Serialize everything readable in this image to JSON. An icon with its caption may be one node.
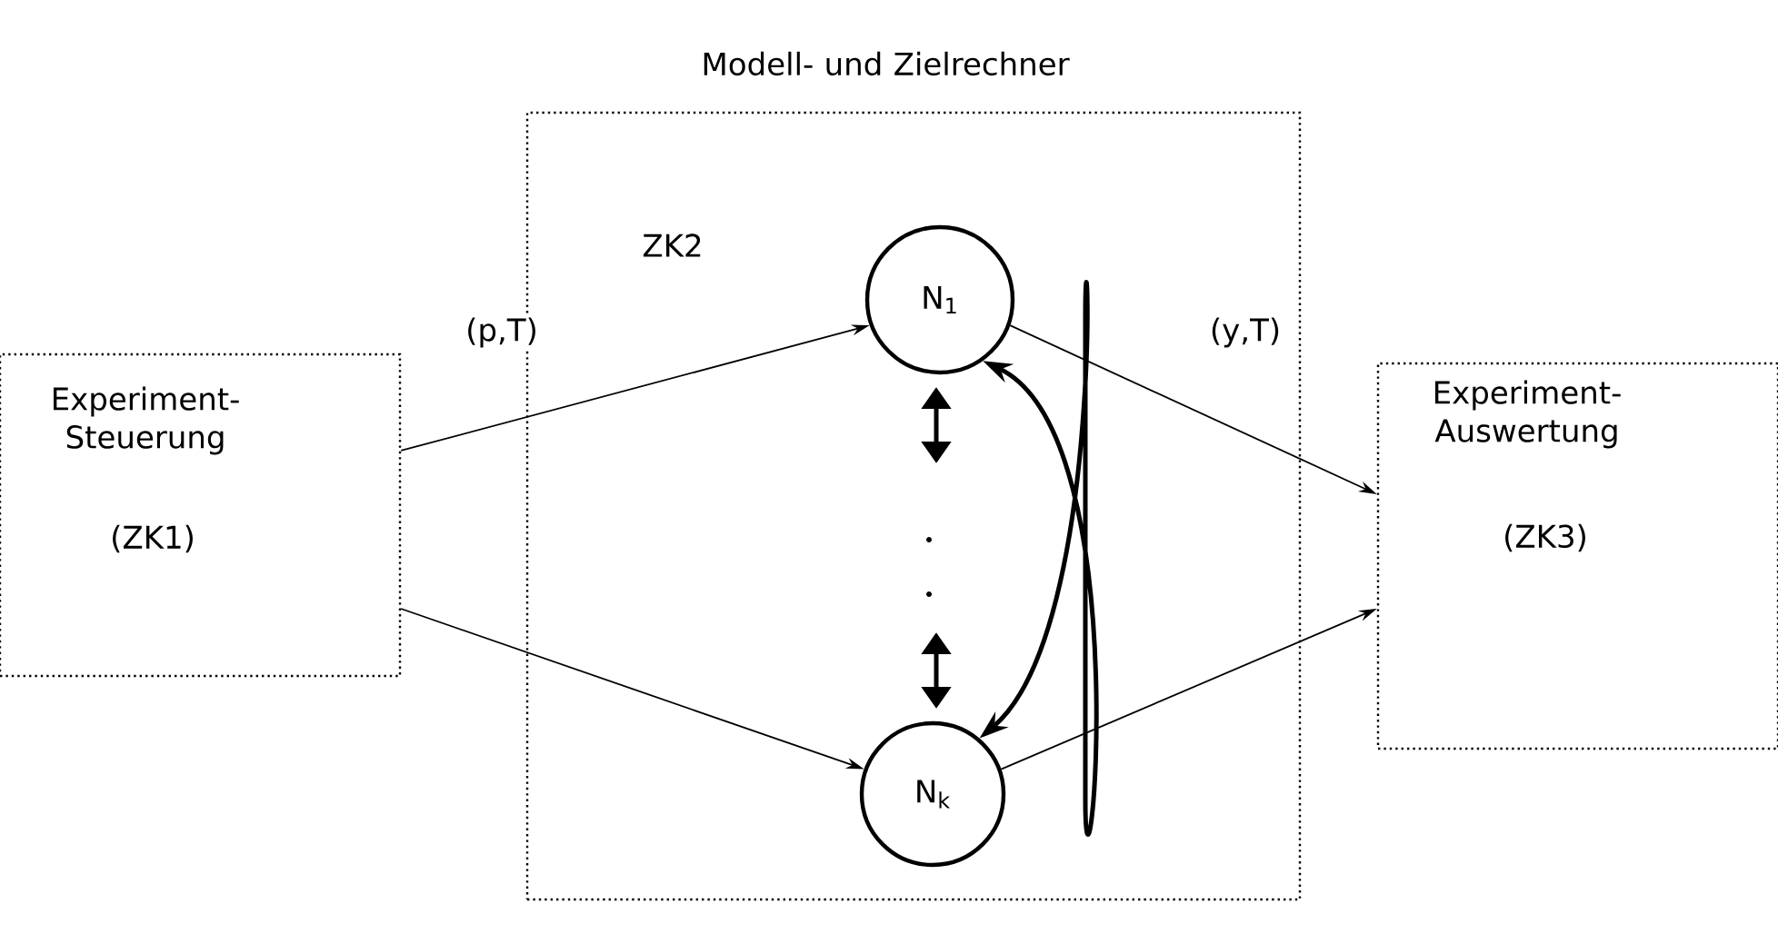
{
  "diagram": {
    "nodes": [
      {
        "text": [
          "Experiment-Steuerung",
          "(ZK1)"
        ]
      },
      {
        "text": [
          "Modell- und Zielrechner",
          "ZK2"
        ]
      },
      {
        "text": [
          "N$_{1}$"
        ],
        "in": 1
      },
      {
        "text": [
          "N$_{k}$"
        ],
        "in": 1
      },
      {
        "text": [
          "Experiment-Auswertung",
          "(ZK3)"
        ]
      }
    ],
    "edges": [
      {
        "from": 0,
        "to": 2,
        "arrow": "to",
        "label": "(p,T)"
      },
      {
        "from": 0,
        "to": 3,
        "arrow": "to"
      },
      {
        "from": 2,
        "to": 4,
        "arrow": "to",
        "label": "(y,T)"
      },
      {
        "from": 3,
        "to": 4,
        "arrow": "to"
      },
      {
        "from": 2,
        "to": 3,
        "arrow": "both",
        "style": "thick"
      }
    ]
  }
}
